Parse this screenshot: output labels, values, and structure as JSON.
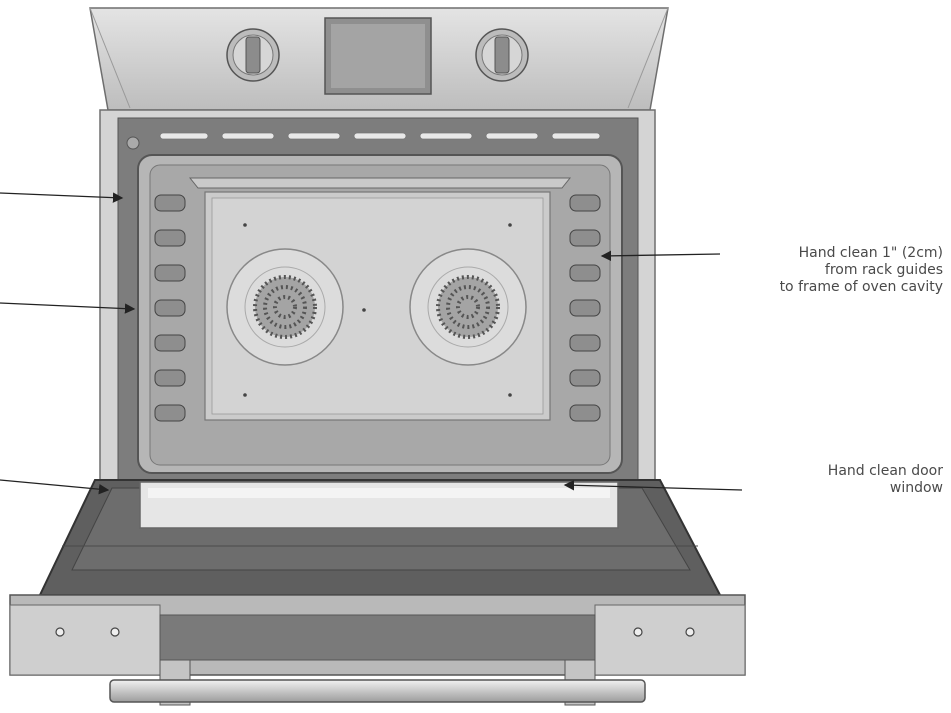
{
  "callouts": {
    "rack_guides": {
      "line1": "Hand clean 1\" (2cm)",
      "line2": "from rack guides",
      "line3": "to frame of oven cavity"
    },
    "door_window": {
      "line1": "Hand clean door",
      "line2": "window"
    }
  },
  "colors": {
    "steel": "#cfcfcf",
    "steel_dark": "#8a8a8a",
    "cavity": "#9a9a9a",
    "cavity_back": "#c6c6c6",
    "door_seal": "#5a5a5a",
    "glass": "#e6e6e6",
    "arrow": "#222222",
    "text": "#4a4a4a"
  }
}
